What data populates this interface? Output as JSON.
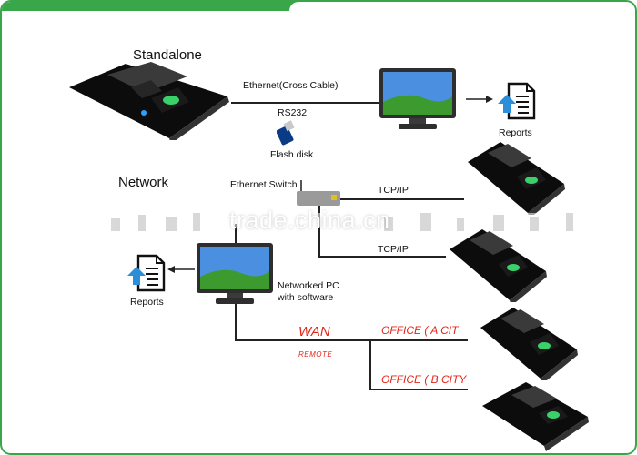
{
  "standalone": {
    "title": "Standalone",
    "ethernet_label": "Ethernet(Cross Cable)",
    "rs232_label": "RS232",
    "flash_label": "Flash disk",
    "reports_label": "Reports"
  },
  "network": {
    "title": "Network",
    "switch_label": "Ethernet Switch",
    "tcpip_1": "TCP/IP",
    "tcpip_2": "TCP/IP",
    "pc_label_1": "Networked PC",
    "pc_label_2": "with software",
    "reports_label": "Reports"
  },
  "remote": {
    "wan_label": "WAN",
    "remote_label": "REMOTE",
    "office_a": "OFFICE ( A  CIT",
    "office_b": "OFFICE ( B  CITY"
  },
  "watermark": "trade.china.cn",
  "colors": {
    "frame": "#3aa64a",
    "accent": "#e2281b",
    "report_arrow": "#2a8fd8"
  },
  "icons": [
    "fingerprint-terminal-icon",
    "monitor-icon",
    "report-icon",
    "usb-flash-icon",
    "ethernet-switch-icon"
  ]
}
